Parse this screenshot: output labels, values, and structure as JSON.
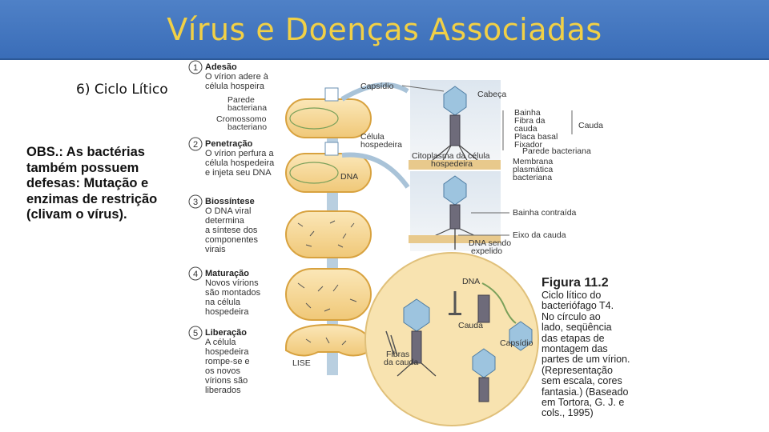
{
  "slide": {
    "title": "Vírus e Doenças Associadas",
    "subtitle": "6) Ciclo Lítico",
    "obs": "OBS.: As bactérias também possuem defesas: Mutação e enzimas de restrição (clivam o vírus)."
  },
  "figure": {
    "steps": [
      {
        "num": "1",
        "title": "Adesão",
        "lines": [
          "O vírion adere à",
          "célula hospeira"
        ]
      },
      {
        "num": "2",
        "title": "Penetração",
        "lines": [
          "O vírion perfura a",
          "célula hospedeira",
          "e injeta seu DNA"
        ]
      },
      {
        "num": "3",
        "title": "Biossíntese",
        "lines": [
          "O DNA viral",
          "determina",
          "a síntese dos",
          "componentes",
          "virais"
        ]
      },
      {
        "num": "4",
        "title": "Maturação",
        "lines": [
          "Novos vírions",
          "são montados",
          "na célula",
          "hospedeira"
        ]
      },
      {
        "num": "5",
        "title": "Liberação",
        "lines": [
          "A célula",
          "hospedeira",
          "rompe-se e",
          "os novos",
          "vírions são",
          "liberados"
        ]
      }
    ],
    "labels": {
      "parede_bacteriana": [
        "Parede",
        "bacteriana"
      ],
      "cromossomo_bacteriano": [
        "Cromossomo",
        "bacteriano"
      ],
      "capsidio": "Capsídio",
      "cabeca": "Cabeça",
      "bainha": "Bainha",
      "fibra_cauda": [
        "Fibra da",
        "cauda"
      ],
      "placa_basal": "Placa basal",
      "fixador": "Fixador",
      "cauda": "Cauda",
      "celula_hospedeira": [
        "Célula",
        "hospedeira"
      ],
      "citoplasma": [
        "Citoplasma da célula",
        "hospedeira"
      ],
      "parede_bacteriana_right": "Parede bacteriana",
      "membrana_plasmatica": [
        "Membrana",
        "plasmática",
        "bacteriana"
      ],
      "dna": "DNA",
      "bainha_contraida": "Bainha contraída",
      "eixo_cauda": "Eixo da cauda",
      "dna_expelido": [
        "DNA sendo",
        "expelido"
      ],
      "lise": "LISE",
      "circle_dna": "DNA",
      "circle_cauda": "Cauda",
      "circle_capsidio": "Capsídio",
      "circle_fibras": [
        "Fibras",
        "da cauda"
      ]
    },
    "caption": {
      "title": "Figura 11.2",
      "body": [
        "Ciclo lítico do",
        "bacteriófago T4.",
        "No círculo ao",
        "lado, seqüência",
        "das etapas de",
        "montagem das",
        "partes de um vírion.",
        "(Representação",
        "sem escala, cores",
        "fantasia.) (Baseado",
        "em Tortora, G. J. e",
        "cols., 1995)"
      ]
    }
  },
  "colors": {
    "title_bg": "#4f81c7",
    "title_text": "#f1d046",
    "cell_fill": "#f6d99a",
    "cell_border": "#d8a23f"
  }
}
